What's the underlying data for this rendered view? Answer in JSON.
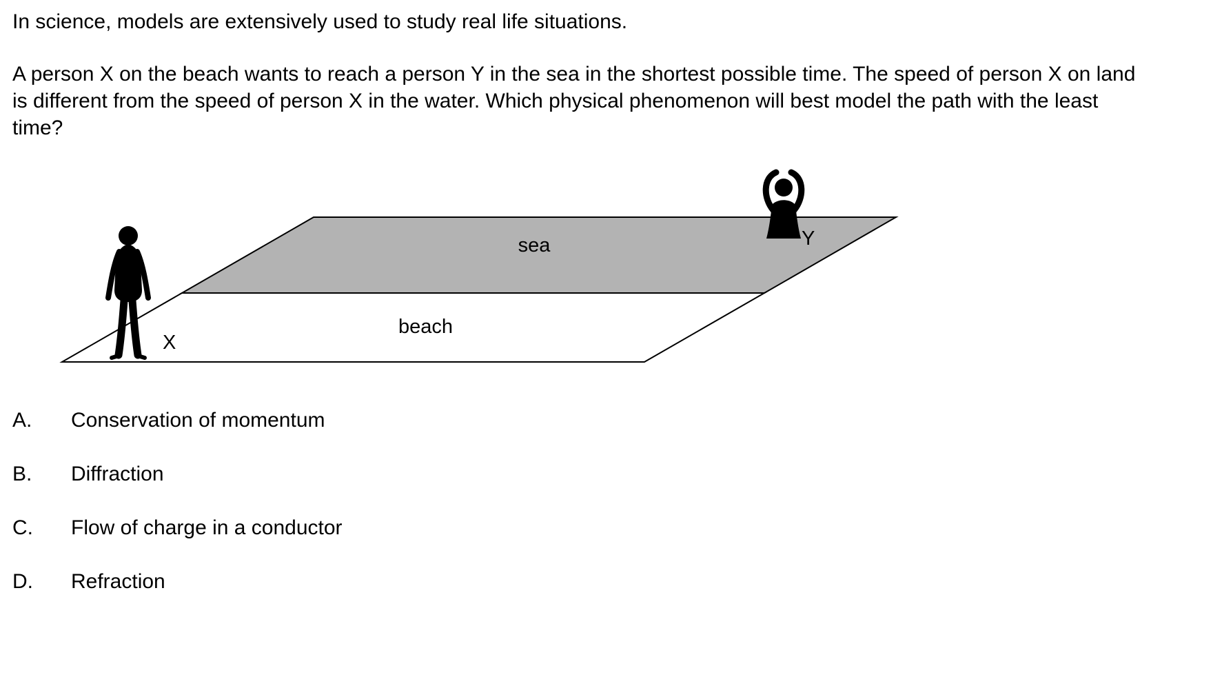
{
  "page": {
    "intro": "In science, models are extensively used to study real life situations.",
    "question": "A person X on the beach wants to reach a person Y in the sea in the shortest possible time. The speed of person X on land is different from the speed of person X in the water. Which physical phenomenon will best model the path with the least time?"
  },
  "diagram": {
    "sea_label": "sea",
    "beach_label": "beach",
    "person_x_label": "X",
    "person_y_label": "Y",
    "sea_fill": "#b3b3b3",
    "beach_fill": "#ffffff",
    "outline_color": "#000000"
  },
  "options": [
    {
      "letter": "A.",
      "text": "Conservation of momentum"
    },
    {
      "letter": "B.",
      "text": "Diffraction"
    },
    {
      "letter": "C.",
      "text": "Flow of charge in a conductor"
    },
    {
      "letter": "D.",
      "text": "Refraction"
    }
  ]
}
